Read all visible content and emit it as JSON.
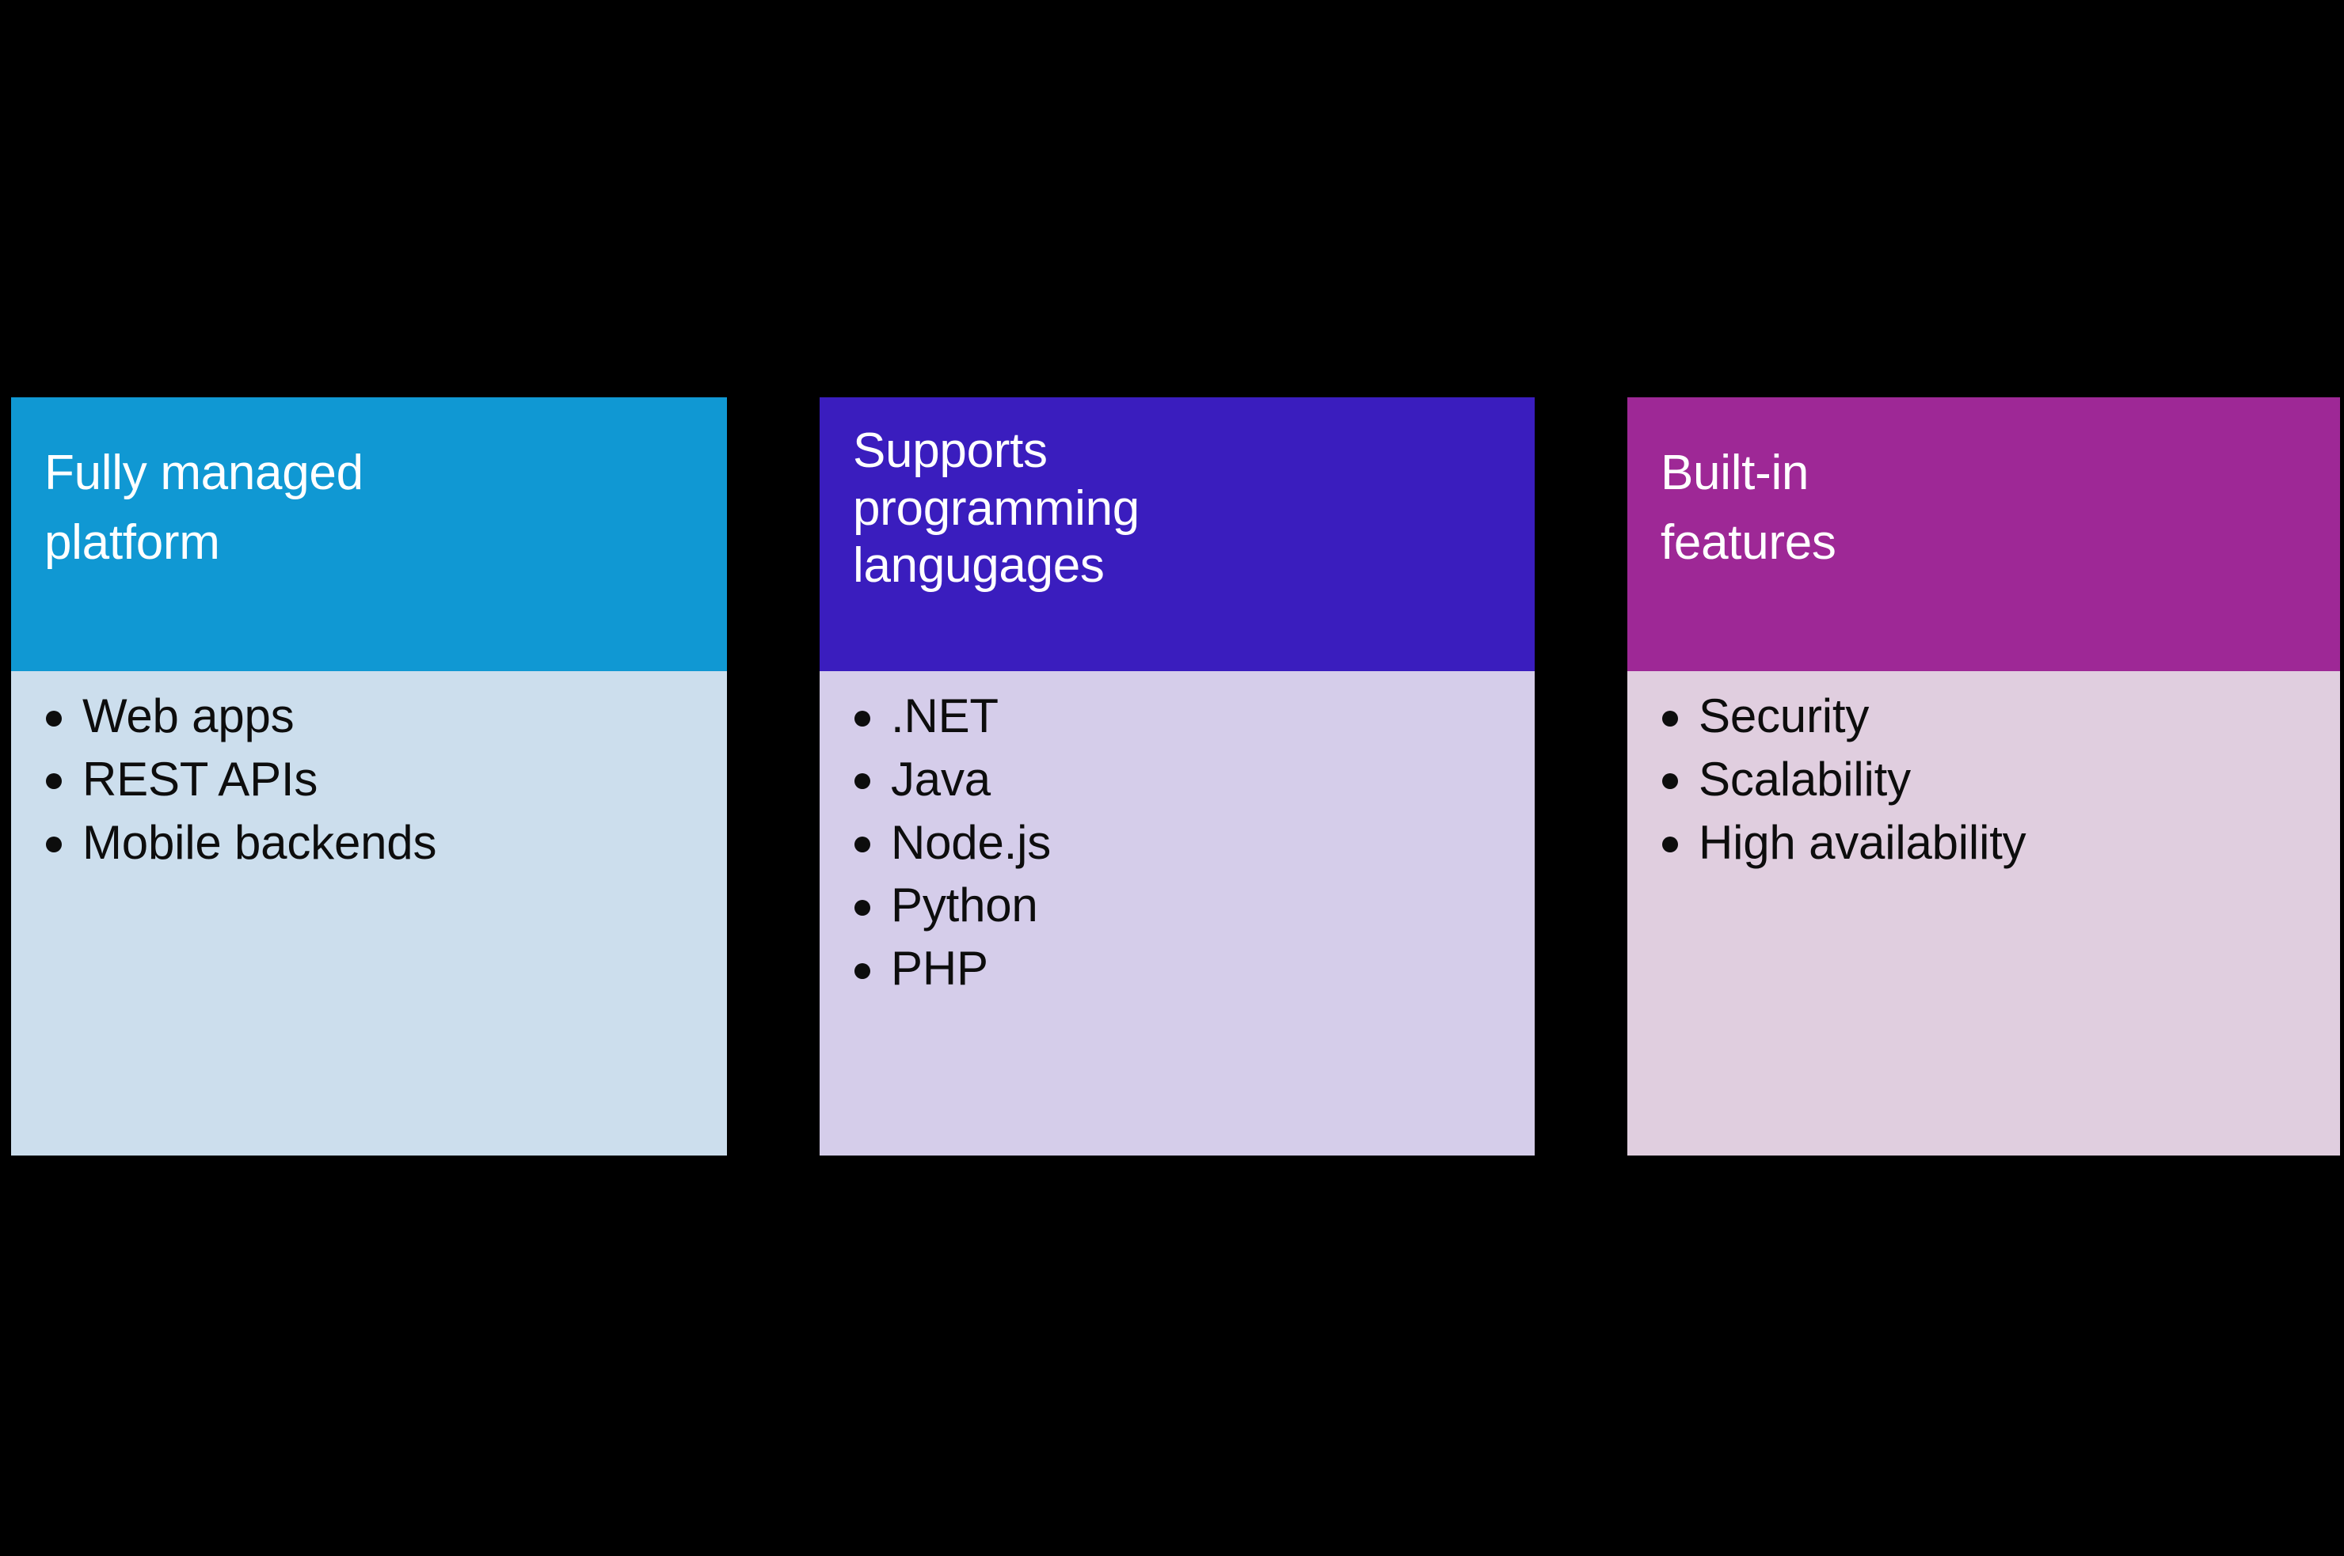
{
  "background_color": "#000000",
  "cards": [
    {
      "id": "fully-managed-platform",
      "header_color": "#1098d3",
      "body_color": "#ccdeed",
      "header_text_color": "#ffffff",
      "body_text_color": "#0d0d0d",
      "title_lines": [
        "Fully managed",
        "platform"
      ],
      "items": [
        "Web apps",
        "REST APIs",
        "Mobile backends"
      ]
    },
    {
      "id": "supports-programming-langugages",
      "header_color": "#3a1dbe",
      "body_color": "#d5cdea",
      "header_text_color": "#ffffff",
      "body_text_color": "#0d0d0d",
      "title_lines": [
        "Supports",
        "programming",
        "langugages"
      ],
      "items": [
        ".NET",
        "Java",
        "Node.js",
        "Python",
        "PHP"
      ]
    },
    {
      "id": "built-in-features",
      "header_color": "#9e2896",
      "body_color": "#e0cedf",
      "header_text_color": "#ffffff",
      "body_text_color": "#0d0d0d",
      "title_lines": [
        "Built-in",
        "features"
      ],
      "items": [
        "Security",
        "Scalability",
        "High availability"
      ]
    }
  ]
}
